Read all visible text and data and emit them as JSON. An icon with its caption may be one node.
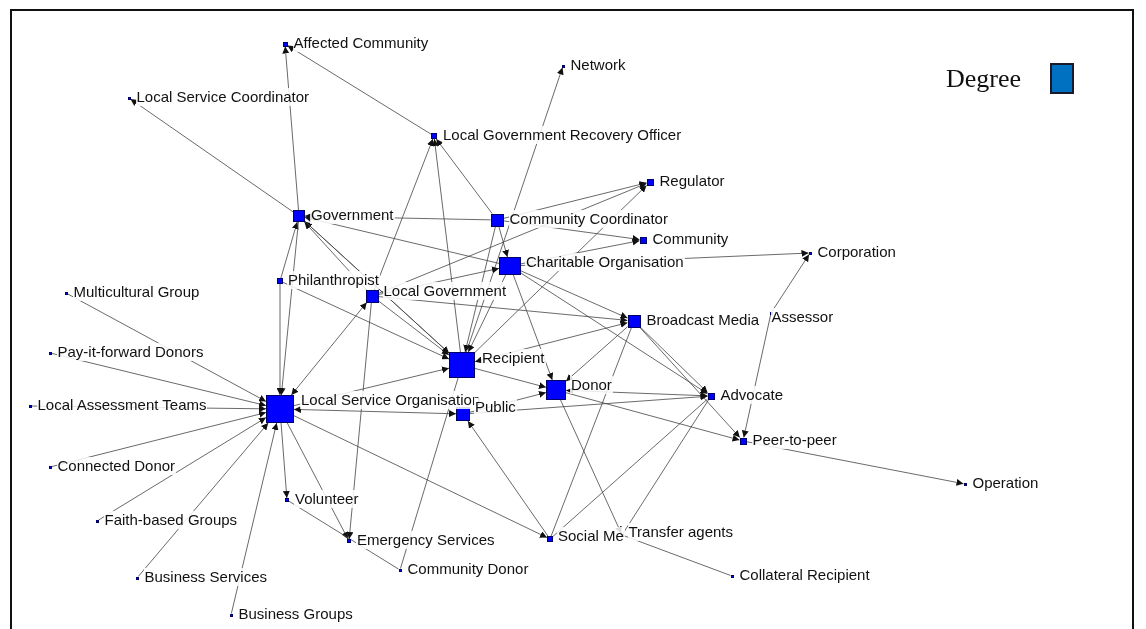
{
  "diagram": {
    "nodes": [
      {
        "text": [],
        "shape": "box",
        "beside": [
          "Affected Community"
        ]
      },
      {
        "text": [],
        "shape": "box",
        "beside": [
          "Local Service Coordinator"
        ]
      },
      {
        "text": [],
        "shape": "box",
        "beside": [
          "Network"
        ]
      },
      {
        "text": [],
        "shape": "box",
        "beside": [
          "Local Government Recovery Officer"
        ]
      },
      {
        "text": [],
        "shape": "box",
        "beside": [
          "Regulator"
        ]
      },
      {
        "text": [],
        "shape": "box",
        "beside": [
          "Government"
        ]
      },
      {
        "text": [],
        "shape": "box",
        "beside": [
          "Community Coordinator"
        ]
      },
      {
        "text": [],
        "shape": "box",
        "beside": [
          "Community"
        ]
      },
      {
        "text": [],
        "shape": "box",
        "beside": [
          "Charitable Organisation"
        ]
      },
      {
        "text": [],
        "shape": "box",
        "beside": [
          "Corporation"
        ]
      },
      {
        "text": [],
        "shape": "box",
        "beside": [
          "Philanthropist"
        ]
      },
      {
        "text": [],
        "shape": "box",
        "beside": [
          "Local Government"
        ]
      },
      {
        "text": [],
        "shape": "box",
        "beside": [
          "Multicultural Group"
        ]
      },
      {
        "text": [],
        "shape": "box",
        "beside": [
          "Broadcast Media"
        ]
      },
      {
        "text": [],
        "shape": "box",
        "beside": [
          "Assessor"
        ]
      },
      {
        "text": [],
        "shape": "box",
        "beside": [
          "Pay-it-forward Donors"
        ]
      },
      {
        "text": [],
        "shape": "box",
        "beside": [
          "Recipient"
        ]
      },
      {
        "text": [],
        "shape": "box",
        "beside": [
          "Local Service Organisation"
        ]
      },
      {
        "text": [],
        "shape": "box",
        "beside": [
          "Donor"
        ]
      },
      {
        "text": [],
        "shape": "box",
        "beside": [
          "Advocate"
        ]
      },
      {
        "text": [],
        "shape": "box",
        "beside": [
          "Local Assessment Teams"
        ]
      },
      {
        "text": [],
        "shape": "box",
        "beside": [
          "Public"
        ]
      },
      {
        "text": [],
        "shape": "box",
        "beside": [
          "Peer-to-peer"
        ]
      },
      {
        "text": [],
        "shape": "box",
        "beside": [
          "Connected Donor"
        ]
      },
      {
        "text": [],
        "shape": "box",
        "beside": [
          "Operation"
        ]
      },
      {
        "text": [],
        "shape": "box",
        "beside": [
          "Volunteer"
        ]
      },
      {
        "text": [],
        "shape": "box",
        "beside": [
          "Faith-based Groups"
        ]
      },
      {
        "text": [],
        "shape": "box",
        "beside": [
          "Emergency Services"
        ]
      },
      {
        "text": [],
        "shape": "box",
        "beside": [
          "Social Me"
        ]
      },
      {
        "text": [],
        "shape": "box",
        "beside": [
          "Transfer agents"
        ]
      },
      {
        "text": [],
        "shape": "box",
        "beside": [
          "Community Donor"
        ]
      },
      {
        "text": [],
        "shape": "box",
        "beside": [
          "Business Services"
        ]
      },
      {
        "text": [],
        "shape": "box",
        "beside": [
          "Collateral Recipient"
        ]
      },
      {
        "text": [],
        "shape": "box",
        "beside": [
          "Business Groups"
        ]
      }
    ],
    "edges": [
      {
        "from": 5,
        "to": 1,
        "arrow": "to"
      },
      {
        "from": 5,
        "to": 0,
        "arrow": "to"
      },
      {
        "from": 3,
        "to": 0,
        "arrow": "to"
      },
      {
        "from": 11,
        "to": 3,
        "arrow": "to"
      },
      {
        "from": 16,
        "to": 3,
        "arrow": "to"
      },
      {
        "from": 6,
        "to": 3,
        "arrow": "to"
      },
      {
        "from": 16,
        "to": 2,
        "arrow": "to"
      },
      {
        "from": 6,
        "to": 5,
        "arrow": "to"
      },
      {
        "from": 8,
        "to": 5,
        "arrow": "to"
      },
      {
        "from": 11,
        "to": 5,
        "arrow": "to"
      },
      {
        "from": 16,
        "to": 5,
        "arrow": "to"
      },
      {
        "from": 10,
        "to": 5,
        "arrow": "to"
      },
      {
        "from": 5,
        "to": 17,
        "arrow": "to"
      },
      {
        "from": 10,
        "to": 17,
        "arrow": "to"
      },
      {
        "from": 6,
        "to": 4,
        "arrow": "to"
      },
      {
        "from": 11,
        "to": 4,
        "arrow": "to"
      },
      {
        "from": 16,
        "to": 4,
        "arrow": "to"
      },
      {
        "from": 8,
        "to": 7,
        "arrow": "to"
      },
      {
        "from": 6,
        "to": 7,
        "arrow": "to"
      },
      {
        "from": 8,
        "to": 9,
        "arrow": "to"
      },
      {
        "from": 14,
        "to": 9,
        "arrow": "to"
      },
      {
        "from": 6,
        "to": 8,
        "arrow": "to"
      },
      {
        "from": 11,
        "to": 8,
        "arrow": "to"
      },
      {
        "from": 8,
        "to": 13,
        "arrow": "to"
      },
      {
        "from": 16,
        "to": 13,
        "arrow": "both"
      },
      {
        "from": 11,
        "to": 13,
        "arrow": "to"
      },
      {
        "from": 8,
        "to": 16,
        "arrow": "to"
      },
      {
        "from": 6,
        "to": 16,
        "arrow": "to"
      },
      {
        "from": 11,
        "to": 16,
        "arrow": "to"
      },
      {
        "from": 5,
        "to": 16,
        "arrow": "to"
      },
      {
        "from": 10,
        "to": 16,
        "arrow": "to"
      },
      {
        "from": 17,
        "to": 16,
        "arrow": "to"
      },
      {
        "from": 8,
        "to": 18,
        "arrow": "to"
      },
      {
        "from": 16,
        "to": 18,
        "arrow": "to"
      },
      {
        "from": 13,
        "to": 18,
        "arrow": "to"
      },
      {
        "from": 19,
        "to": 18,
        "arrow": "both"
      },
      {
        "from": 21,
        "to": 18,
        "arrow": "to"
      },
      {
        "from": 13,
        "to": 19,
        "arrow": "to"
      },
      {
        "from": 8,
        "to": 19,
        "arrow": "to"
      },
      {
        "from": 18,
        "to": 22,
        "arrow": "to"
      },
      {
        "from": 14,
        "to": 22,
        "arrow": "to"
      },
      {
        "from": 13,
        "to": 22,
        "arrow": "to"
      },
      {
        "from": 22,
        "to": 24,
        "arrow": "to"
      },
      {
        "from": 17,
        "to": 25,
        "arrow": "to"
      },
      {
        "from": 17,
        "to": 27,
        "arrow": "to"
      },
      {
        "from": 11,
        "to": 27,
        "arrow": "to"
      },
      {
        "from": 17,
        "to": 28,
        "arrow": "to"
      },
      {
        "from": 28,
        "to": 21,
        "arrow": "to"
      },
      {
        "from": 18,
        "to": 29,
        "arrow": "to"
      },
      {
        "from": 29,
        "to": 32,
        "arrow": "none"
      },
      {
        "from": 16,
        "to": 30,
        "arrow": "none"
      },
      {
        "from": 25,
        "to": 30,
        "arrow": "none"
      },
      {
        "from": 26,
        "to": 17,
        "arrow": "to"
      },
      {
        "from": 23,
        "to": 17,
        "arrow": "to"
      },
      {
        "from": 20,
        "to": 17,
        "arrow": "to"
      },
      {
        "from": 15,
        "to": 17,
        "arrow": "to"
      },
      {
        "from": 12,
        "to": 17,
        "arrow": "to"
      },
      {
        "from": 31,
        "to": 17,
        "arrow": "to"
      },
      {
        "from": 33,
        "to": 17,
        "arrow": "to"
      },
      {
        "from": 21,
        "to": 17,
        "arrow": "both"
      },
      {
        "from": 11,
        "to": 17,
        "arrow": "both"
      },
      {
        "from": 28,
        "to": 19,
        "arrow": "none"
      },
      {
        "from": 29,
        "to": 19,
        "arrow": "none"
      },
      {
        "from": 21,
        "to": 19,
        "arrow": "to"
      },
      {
        "from": 28,
        "to": 13,
        "arrow": "none"
      }
    ],
    "legend": [
      {
        "text": "Degree",
        "color": "#0070c0"
      }
    ]
  }
}
